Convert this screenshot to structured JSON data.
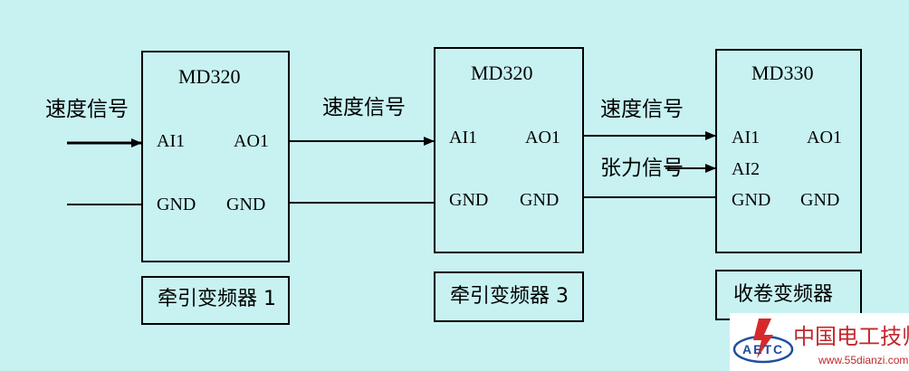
{
  "signals": {
    "speed_in": "速度信号",
    "speed_mid": "速度信号",
    "speed_right": "速度信号",
    "tension": "张力信号"
  },
  "drives": [
    {
      "model": "MD320",
      "ports": {
        "in1": "AI1",
        "out1": "AO1",
        "gnd_in": "GND",
        "gnd_out": "GND"
      },
      "label": "牵引变频器 1"
    },
    {
      "model": "MD320",
      "ports": {
        "in1": "AI1",
        "out1": "AO1",
        "gnd_in": "GND",
        "gnd_out": "GND"
      },
      "label": "牵引变频器 3"
    },
    {
      "model": "MD330",
      "ports": {
        "in1": "AI1",
        "in2": "AI2",
        "out1": "AO1",
        "gnd_in": "GND",
        "gnd_out": "GND"
      },
      "label": "收卷变频器"
    }
  ],
  "watermark": {
    "site_name": "中国电工技师网",
    "logo_text": "AETC",
    "url": "www.55dianzi.com"
  }
}
